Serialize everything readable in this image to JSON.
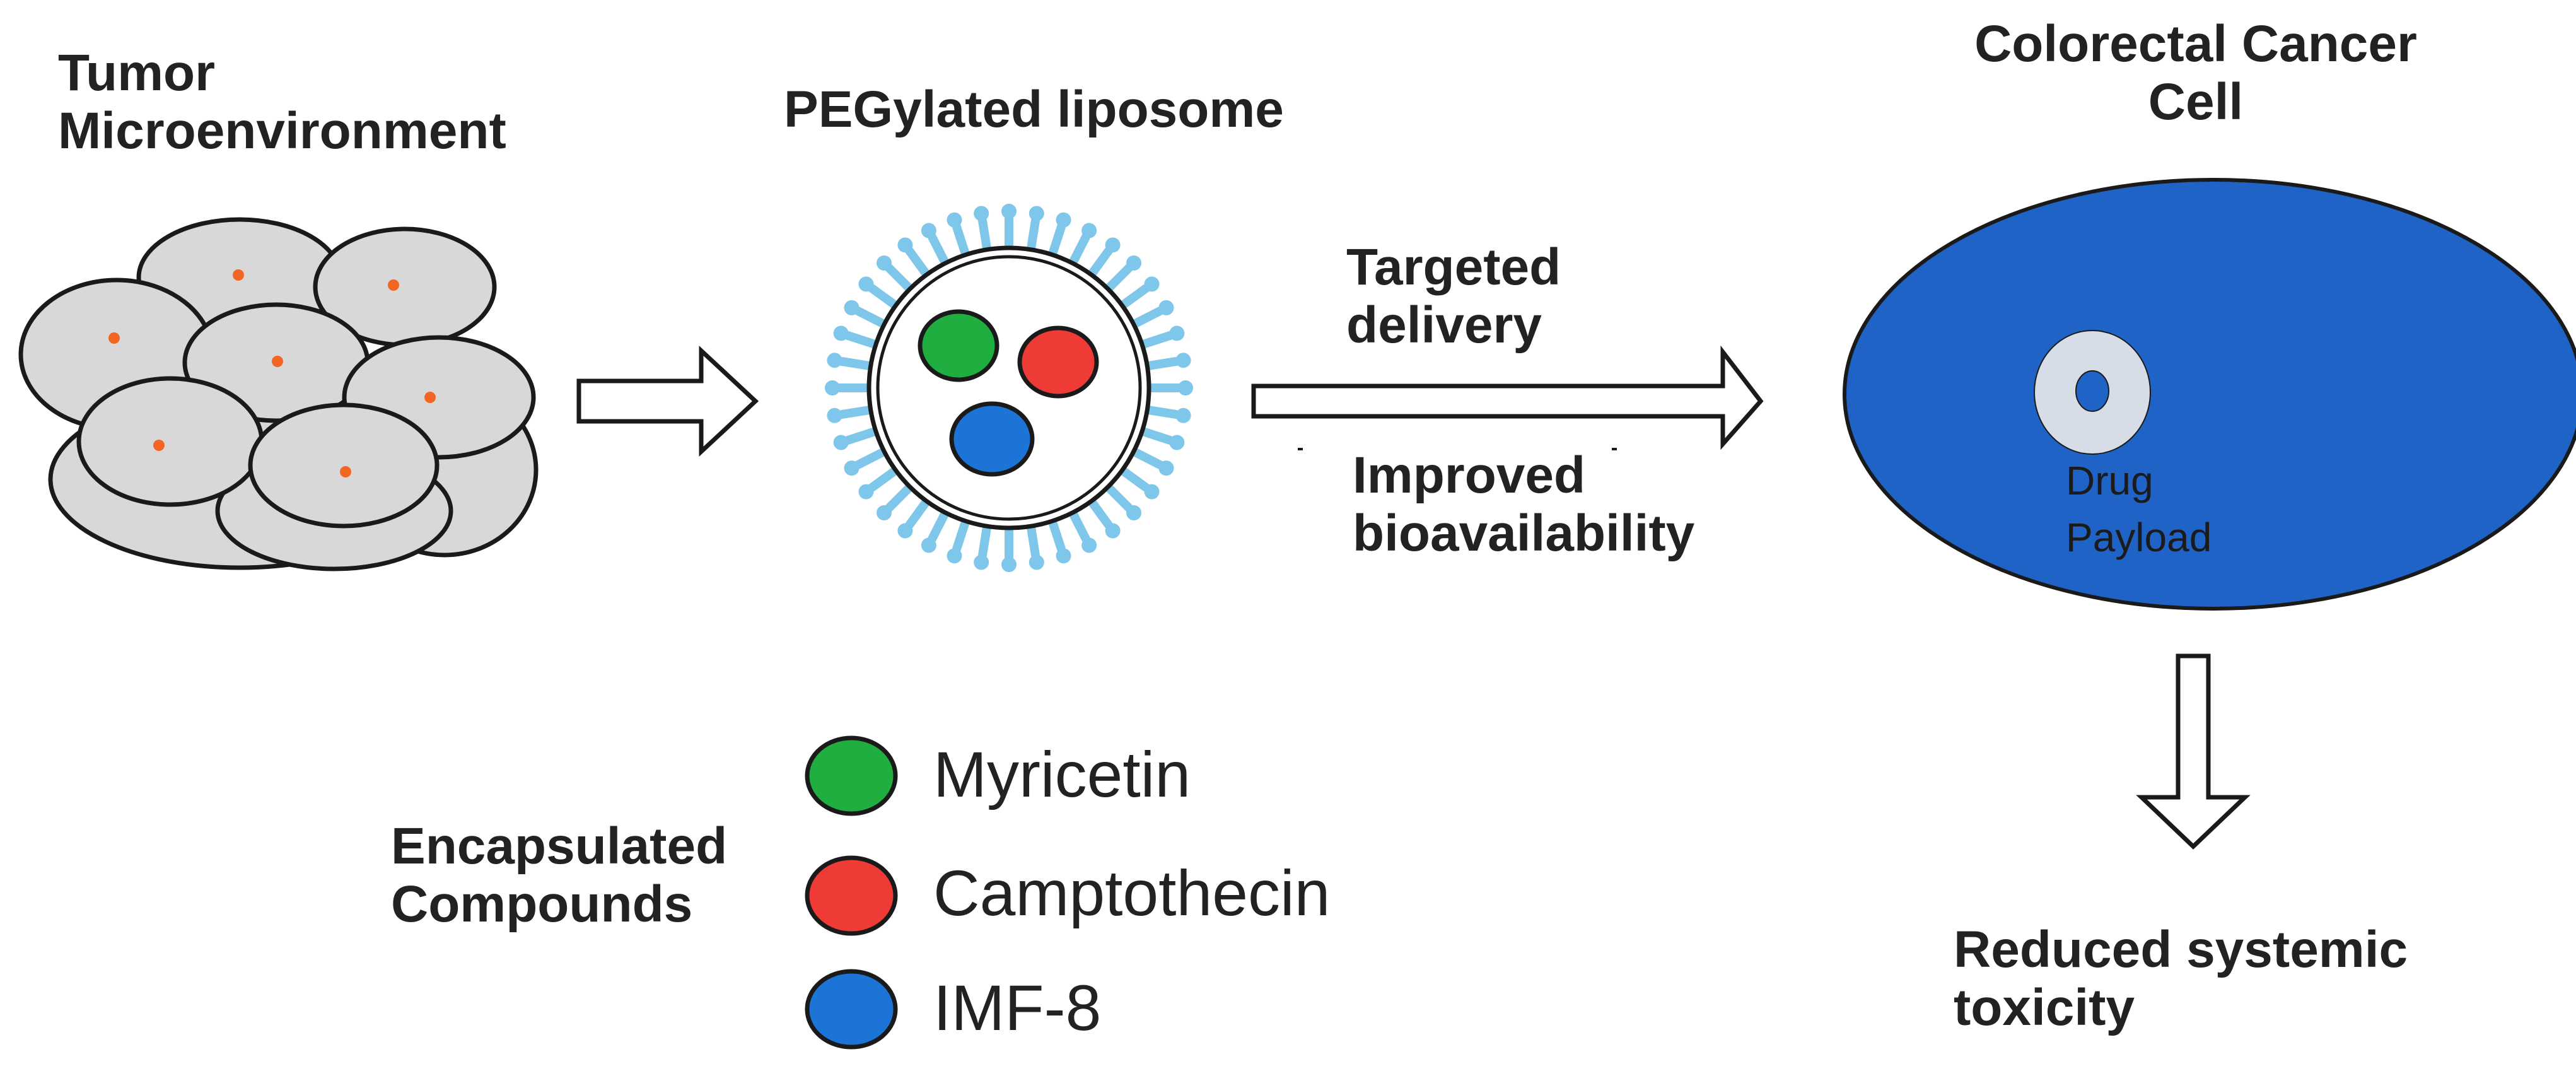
{
  "tumor": {
    "label_line1": "Tumor",
    "label_line2": "Microenvironment"
  },
  "liposome": {
    "label": "PEGylated liposome"
  },
  "delivery": {
    "top_line1": "Targeted",
    "top_line2": "delivery",
    "bottom_line1": "Improved",
    "bottom_line2": "bioavailability"
  },
  "cell": {
    "label_line1": "Colorectal Cancer",
    "label_line2": "Cell",
    "payload_line1": "Drug",
    "payload_line2": "Payload"
  },
  "outcome": {
    "line1": "Reduced systemic",
    "line2": "toxicity"
  },
  "legend": {
    "title_line1": "Encapsulated",
    "title_line2": "Compounds",
    "items": [
      {
        "label": "Myricetin",
        "color": "#1fae3f"
      },
      {
        "label": "Camptothecin",
        "color": "#ee3b35"
      },
      {
        "label": "IMF-8",
        "color": "#1c74d6"
      }
    ]
  },
  "colors": {
    "cell_fill": "#1f63c6",
    "tumor_cell": "#d8d8d8",
    "tumor_dot": "#f26522",
    "peg": "#7ec6ea",
    "arrow_fill": "#ffffff"
  }
}
